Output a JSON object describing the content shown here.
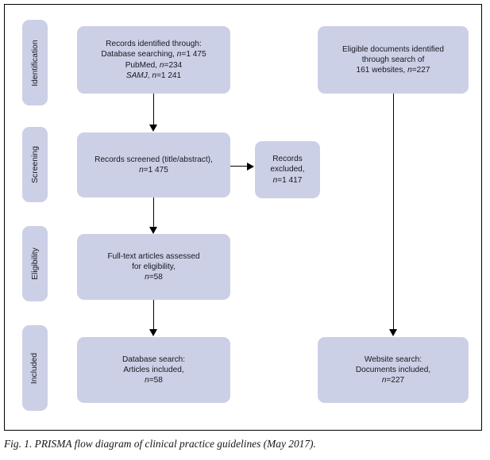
{
  "figure": {
    "caption": "Fig. 1. PRISMA flow diagram of clinical practice guidelines (May 2017).",
    "box_fill_color": "#ccd0e6",
    "line_color": "#000000",
    "frame_color": "#000000"
  },
  "stages": [
    {
      "label": "Identification"
    },
    {
      "label": "Screening"
    },
    {
      "label": "Eligibility"
    },
    {
      "label": "Included"
    }
  ],
  "nodes": {
    "records_identified": {
      "lines": [
        "Records identified through:",
        "Database searching, n=1 475",
        "PubMed, n=234",
        "SAMJ, n=1 241"
      ],
      "line1": "Records identified through:",
      "line2_pre": "Database searching, ",
      "line2_n": "n",
      "line2_post": "=1 475",
      "line3_pre": "PubMed, ",
      "line3_n": "n",
      "line3_post": "=234",
      "line4_journal": "SAMJ",
      "line4_mid": ", ",
      "line4_n": "n",
      "line4_post": "=1 241"
    },
    "eligible_documents": {
      "lines": [
        "Eligible documents identified",
        "through search of",
        "161 websites, n=227"
      ],
      "line1": "Eligible documents identified",
      "line2": "through search of",
      "line3_pre": "161 websites, ",
      "line3_n": "n",
      "line3_post": "=227"
    },
    "records_screened": {
      "lines": [
        "Records screened (title/abstract),",
        "n=1 475"
      ],
      "line1": "Records screened (title/abstract),",
      "line2_n": "n",
      "line2_post": "=1 475"
    },
    "records_excluded": {
      "lines": [
        "Records",
        "excluded,",
        "n=1 417"
      ],
      "line1": "Records",
      "line2": "excluded,",
      "line3_n": "n",
      "line3_post": "=1 417"
    },
    "fulltext_assessed": {
      "lines": [
        "Full-text articles assessed",
        "for eligibility,",
        "n=58"
      ],
      "line1": "Full-text articles assessed",
      "line2": "for eligibility,",
      "line3_n": "n",
      "line3_post": "=58"
    },
    "database_included": {
      "lines": [
        "Database search:",
        "Articles included,",
        "n=58"
      ],
      "line1": "Database search:",
      "line2": "Articles included,",
      "line3_n": "n",
      "line3_post": "=58"
    },
    "website_included": {
      "lines": [
        "Website search:",
        "Documents included,",
        "n=227"
      ],
      "line1": "Website search:",
      "line2": "Documents included,",
      "line3_n": "n",
      "line3_post": "=227"
    }
  },
  "chart_data": {
    "type": "diagram",
    "title": "PRISMA flow diagram of clinical practice guidelines (May 2017)",
    "stages": [
      "Identification",
      "Screening",
      "Eligibility",
      "Included"
    ],
    "counts": {
      "database_searching_total": 1475,
      "pubmed": 234,
      "samj": 1241,
      "websites_searched": 161,
      "eligible_documents_from_websites": 227,
      "records_screened": 1475,
      "records_excluded": 1417,
      "fulltext_assessed_for_eligibility": 58,
      "articles_included_database": 58,
      "documents_included_website": 227
    },
    "flows": [
      {
        "from": "records_identified",
        "to": "records_screened"
      },
      {
        "from": "records_screened",
        "to": "records_excluded"
      },
      {
        "from": "records_screened",
        "to": "fulltext_assessed"
      },
      {
        "from": "fulltext_assessed",
        "to": "database_included"
      },
      {
        "from": "eligible_documents",
        "to": "website_included"
      }
    ]
  }
}
